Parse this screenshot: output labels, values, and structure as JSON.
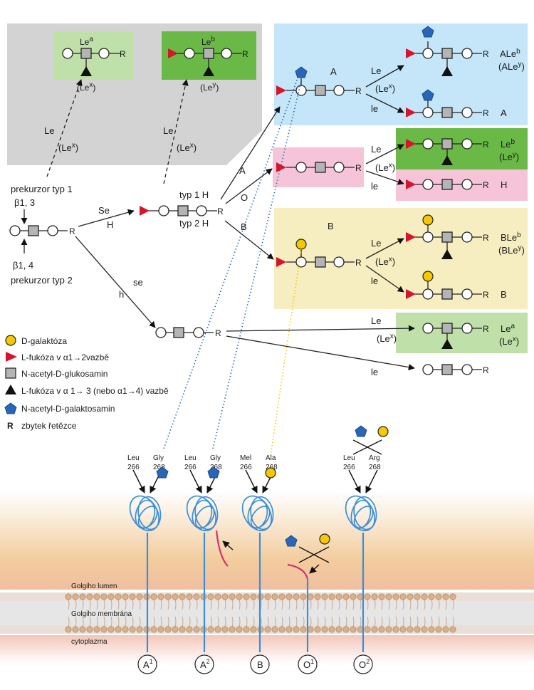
{
  "lewis": {
    "lea": "Le",
    "lea_sup": "a",
    "lex_box": "(Le",
    "lex_sup": "x",
    "close": ")",
    "leb": "Le",
    "leb_sup": "b",
    "ley_box": "(Le",
    "ley_sup": "y",
    "arrow1_le": "Le",
    "arrow1_lex": "(Le",
    "arrow2_le": "Le",
    "arrow2_lex": "(Le"
  },
  "precursor": {
    "type1": "prekurzor typ 1",
    "beta13": "β1, 3",
    "beta14": "β1, 4",
    "type2": "prekurzor typ 2",
    "Se": "Se",
    "H": "H",
    "se": "se",
    "h": "h",
    "typ1H": "typ 1 H",
    "typ2H": "typ 2 H",
    "A": "A",
    "O": "O",
    "B": "B"
  },
  "right": {
    "A_label": "A",
    "Le": "Le",
    "lex": "(Le",
    "le": "le",
    "ALeb": "ALe",
    "ALeb_sup": "b",
    "ALey": "(ALe",
    "ALey_sup": "y",
    "A_result": "A",
    "Leb": "Le",
    "Leb_sup": "b",
    "Ley": "(Le",
    "Ley_sup": "y",
    "H_result": "H",
    "B_label": "B",
    "BLeb": "BLe",
    "BLeb_sup": "b",
    "BLey": "(BLe",
    "BLey_sup": "y",
    "B_result": "B",
    "Lea": "Le",
    "Lea_sup": "a",
    "Lex": "(Le",
    "Lex_sup": "x"
  },
  "R": "R",
  "legend": [
    {
      "symbol": "circle",
      "color": "#f5c800",
      "text": "D-galaktóza"
    },
    {
      "symbol": "triangle-right",
      "color": "#d4152c",
      "text": "L-fukóza v α1→2vazbě"
    },
    {
      "symbol": "square",
      "color": "#b4b4b4",
      "text": "N-acetyl-D-glukosamin"
    },
    {
      "symbol": "triangle-up",
      "color": "#111111",
      "text": "L-fukóza v α 1→ 3 (nebo α1→4) vazbě"
    },
    {
      "symbol": "pentagon",
      "color": "#2766b8",
      "text": "N-acetyl-D-galaktosamin"
    },
    {
      "symbol": "R",
      "color": "#111111",
      "text": "zbytek řetězce"
    }
  ],
  "enzymes": [
    {
      "aa1": "Leu",
      "n1": "266",
      "aa2": "Gly",
      "n2": "268",
      "allele": "A",
      "allele_sup": "1"
    },
    {
      "aa1": "Leu",
      "n1": "266",
      "aa2": "Gly",
      "n2": "268",
      "allele": "A",
      "allele_sup": "2"
    },
    {
      "aa1": "Mel",
      "n1": "266",
      "aa2": "Ala",
      "n2": "268",
      "allele": "B",
      "allele_sup": ""
    },
    {
      "aa1": "",
      "n1": "",
      "aa2": "",
      "n2": "",
      "allele": "O",
      "allele_sup": "1"
    },
    {
      "aa1": "Leu",
      "n1": "266",
      "aa2": "Arg",
      "n2": "268",
      "allele": "O",
      "allele_sup": "2"
    }
  ],
  "membrane": {
    "lumen": "Golgiho lumen",
    "membrana": "Golgiho membrána",
    "cytoplazma": "cytoplazma"
  },
  "colors": {
    "galactose": "#f5c800",
    "fucose_a12": "#d4152c",
    "glcnac": "#b4b4b4",
    "fucose_a13": "#111111",
    "galnac": "#2766b8",
    "panel_grey": "#d3d3d3",
    "panel_blue": "#c5e6f8",
    "panel_pink": "#f6c4d8",
    "panel_yellow": "#f6eec0",
    "panel_lightgreen": "#bfe0a8",
    "panel_green": "#6ab946",
    "protein": "#3a8fd8"
  }
}
